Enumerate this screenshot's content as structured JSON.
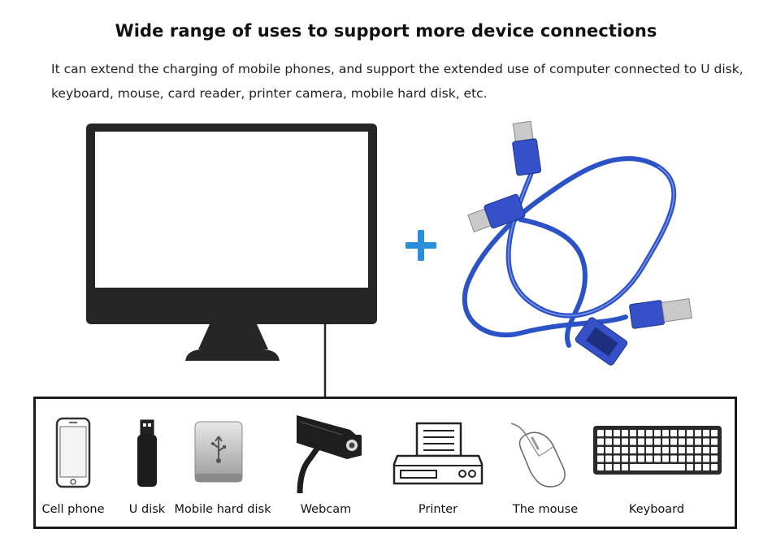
{
  "heading": "Wide range of uses to support more device connections",
  "description": "It can extend the charging of mobile phones, and support the extended use of computer connected to U disk, keyboard, mouse, card reader, printer camera, mobile hard disk, etc.",
  "devices": [
    {
      "label": "Cell phone",
      "icon": "cell-phone-icon"
    },
    {
      "label": "U disk",
      "icon": "usb-flash-drive-icon"
    },
    {
      "label": "Mobile hard disk",
      "icon": "hard-disk-icon"
    },
    {
      "label": "Webcam",
      "icon": "webcam-icon"
    },
    {
      "label": "Printer",
      "icon": "printer-icon"
    },
    {
      "label": "The mouse",
      "icon": "mouse-icon"
    },
    {
      "label": "Keyboard",
      "icon": "keyboard-icon"
    }
  ],
  "colors": {
    "plus": "#2a8fd8",
    "cable": "#2c52c8",
    "monitor": "#262626"
  }
}
